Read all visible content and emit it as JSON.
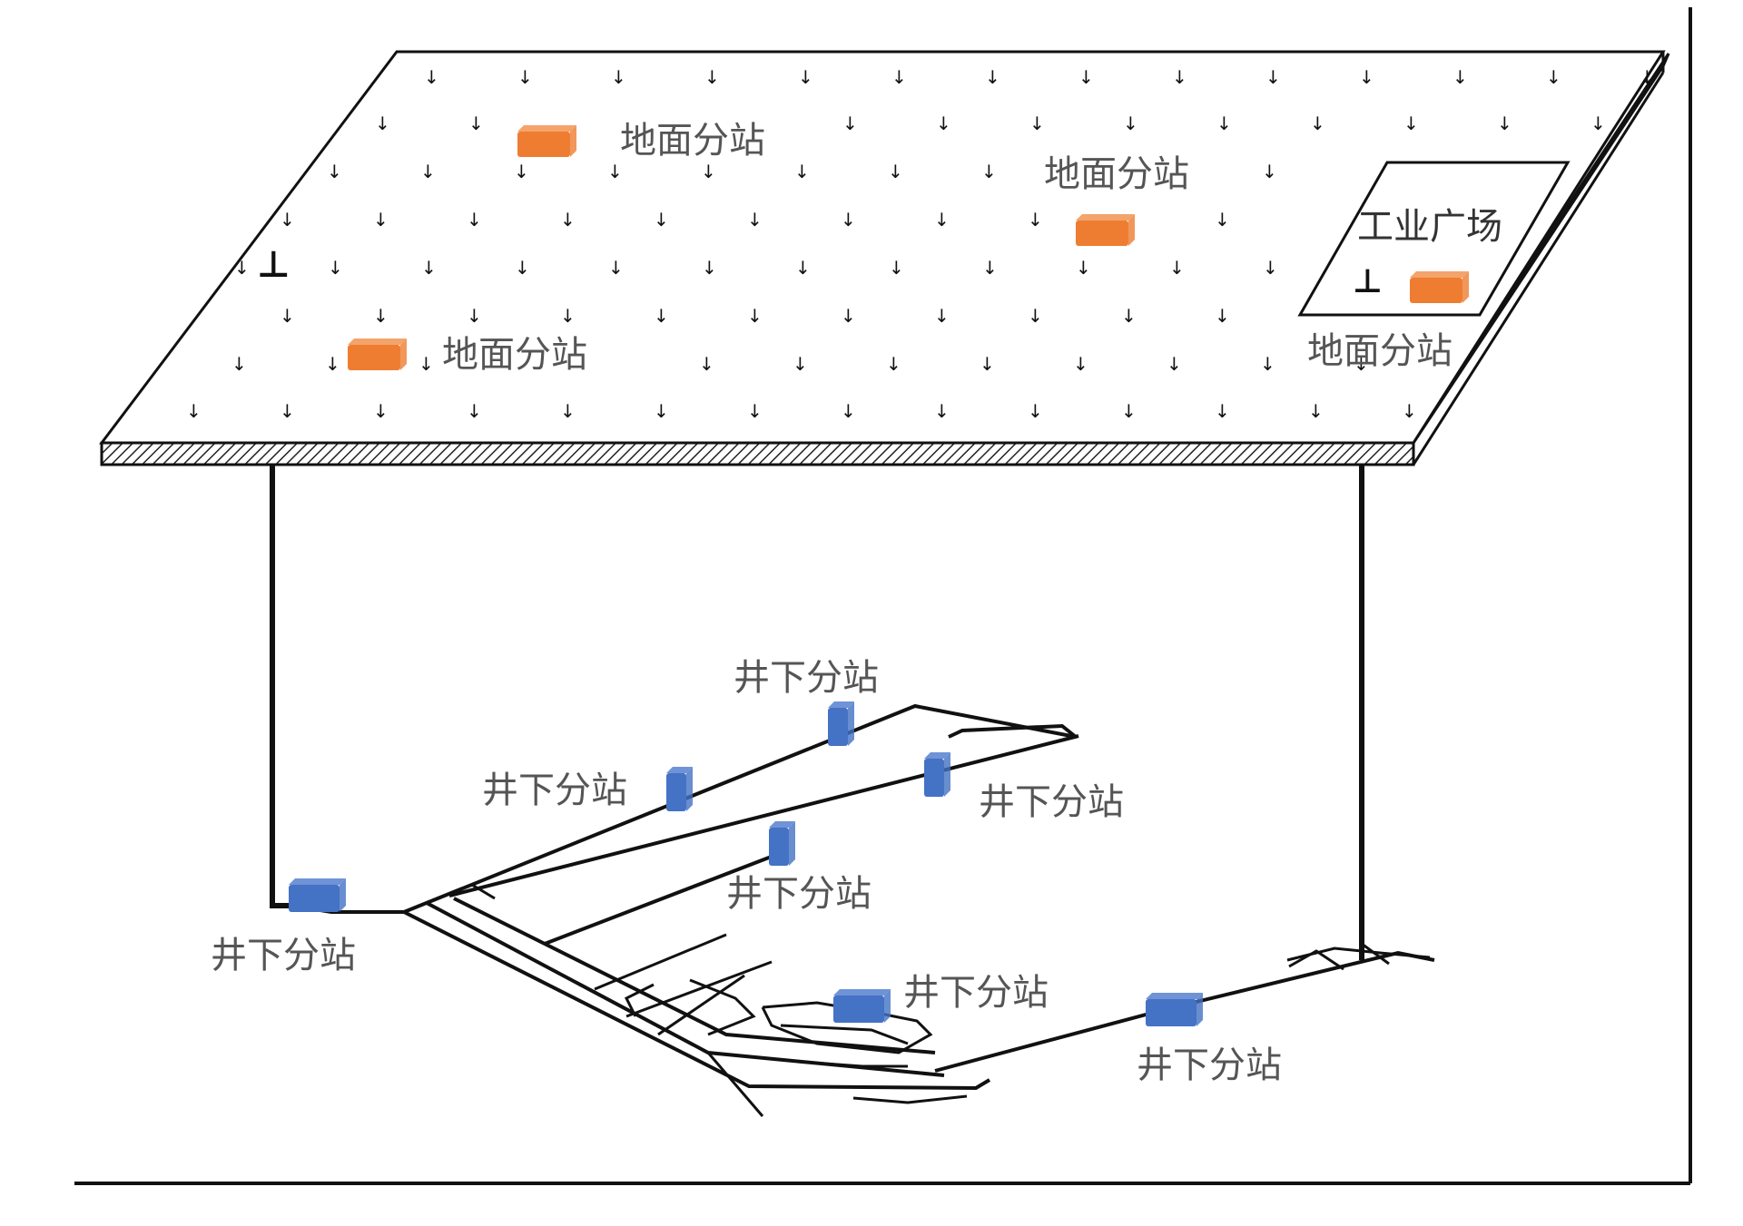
{
  "colors": {
    "surface_station": "#ee7d32",
    "surface_station_top": "#f4a46a",
    "underground_station": "#4472c4",
    "underground_station_top": "#6f93d6",
    "line": "#111111",
    "label": "#555555"
  },
  "surface": {
    "stations": [
      {
        "label": "地面分站"
      },
      {
        "label": "地面分站"
      },
      {
        "label": "地面分站"
      },
      {
        "label": "地面分站"
      }
    ],
    "industrial_square": {
      "label": "工业广场"
    },
    "shaft_symbol": "⊥"
  },
  "underground": {
    "stations": [
      {
        "label": "井下分站"
      },
      {
        "label": "井下分站"
      },
      {
        "label": "井下分站"
      },
      {
        "label": "井下分站"
      },
      {
        "label": "井下分站"
      },
      {
        "label": "井下分站"
      },
      {
        "label": "井下分站"
      }
    ]
  }
}
